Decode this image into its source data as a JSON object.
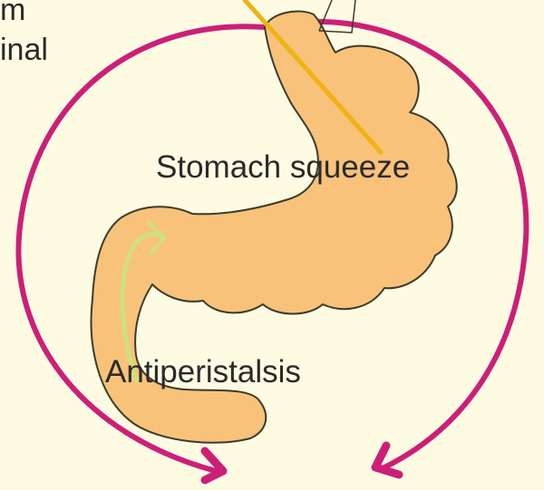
{
  "labels": {
    "partial_line_1": "m",
    "partial_line_2": "inal",
    "stomach": "Stomach squeeze",
    "antiperistalsis": "Antiperistalsis"
  },
  "colors": {
    "background": "#fdfce3",
    "stomach_fill": "#f8c27a",
    "stomach_outline": "#3b3b2a",
    "arrow_magenta": "#cc1f78",
    "yellow_line": "#efb312",
    "inner_arrow": "#cfe07f"
  }
}
